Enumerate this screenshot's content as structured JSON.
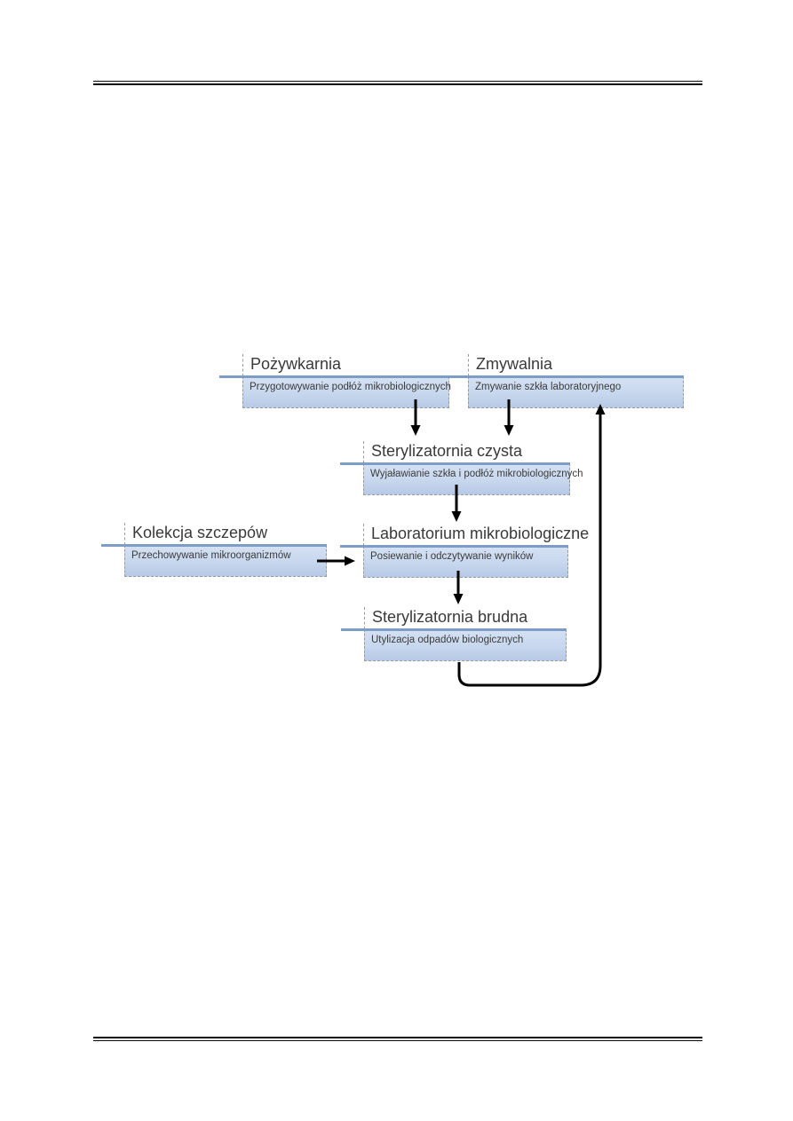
{
  "page": {
    "background_color": "#ffffff",
    "header_rule": "double-line",
    "footer_rule": "double-line"
  },
  "diagram": {
    "type": "flowchart",
    "language": "pl",
    "accent_color": "#7e9dc6",
    "box_fill_top": "#d6e2f4",
    "box_fill_bottom": "#b6c9e6",
    "dashed_border_color": "#9a9a9a",
    "arrow_color": "#000000",
    "nodes": [
      {
        "id": "pozywkarnia",
        "title": "Pożywkarnia",
        "description": "Przygotowywanie podłóż mikrobiologicznych"
      },
      {
        "id": "zmywalnia",
        "title": "Zmywalnia",
        "description": "Zmywanie szkła laboratoryjnego"
      },
      {
        "id": "sterylizatornia-czysta",
        "title": "Sterylizatornia czysta",
        "description": "Wyjaławianie szkła i podłóż mikrobiologicznych"
      },
      {
        "id": "kolekcja-szczepow",
        "title": "Kolekcja szczepów",
        "description": "Przechowywanie mikroorganizmów"
      },
      {
        "id": "laboratorium-mikrobiologiczne",
        "title": "Laboratorium mikrobiologiczne",
        "description": "Posiewanie i odczytywanie wyników"
      },
      {
        "id": "sterylizatornia-brudna",
        "title": "Sterylizatornia brudna",
        "description": "Utylizacja odpadów biologicznych"
      }
    ],
    "edges": [
      {
        "from": "pozywkarnia",
        "to": "sterylizatornia-czysta"
      },
      {
        "from": "zmywalnia",
        "to": "sterylizatornia-czysta"
      },
      {
        "from": "sterylizatornia-czysta",
        "to": "laboratorium-mikrobiologiczne"
      },
      {
        "from": "kolekcja-szczepow",
        "to": "laboratorium-mikrobiologiczne"
      },
      {
        "from": "laboratorium-mikrobiologiczne",
        "to": "sterylizatornia-brudna"
      },
      {
        "from": "sterylizatornia-brudna",
        "to": "zmywalnia"
      }
    ]
  }
}
